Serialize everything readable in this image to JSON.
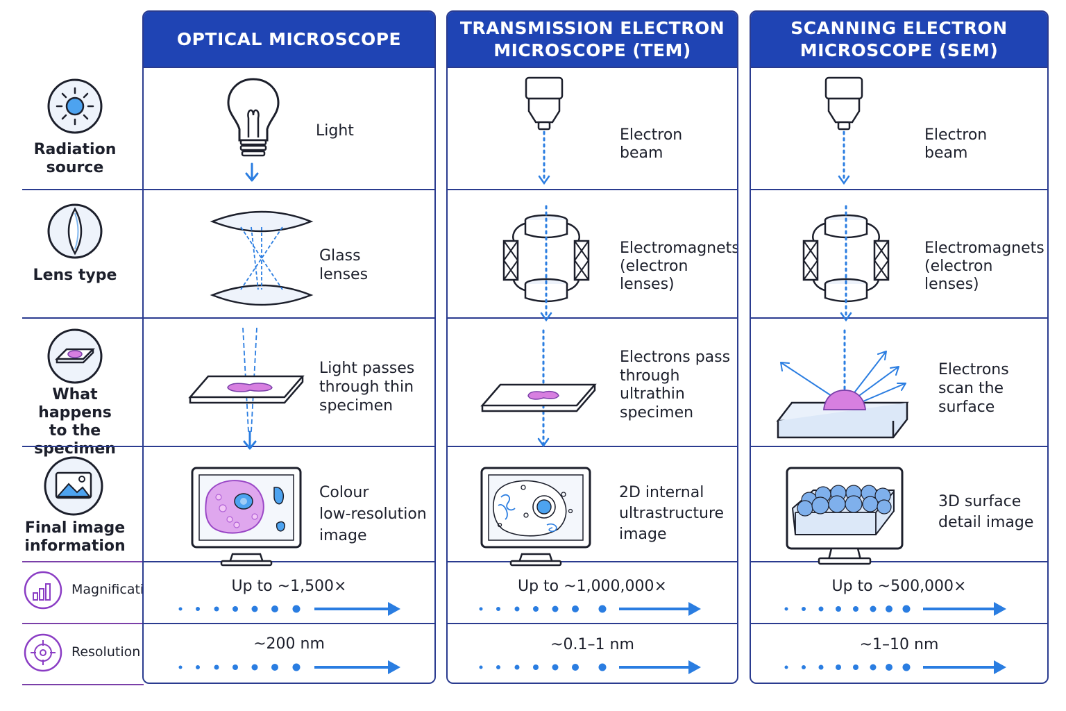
{
  "columns": [
    {
      "title": "OPTICAL MICROSCOPE",
      "radiation": "Light",
      "lens": "Glass\nlenses",
      "specimen": "Light passes\nthrough thin\nspecimen",
      "image": "Colour\nlow-resolution\nimage",
      "magnification": "Up to ~1,500×",
      "resolution": "~200 nm"
    },
    {
      "title": "TRANSMISSION ELECTRON\nMICROSCOPE (TEM)",
      "radiation": "Electron\nbeam",
      "lens": "Electromagnets\n(electron\nlenses)",
      "specimen": "Electrons pass\nthrough\nultrathin\nspecimen",
      "image": "2D internal\nultrastructure\nimage",
      "magnification": "Up to ~1,000,000×",
      "resolution": "~0.1–1 nm"
    },
    {
      "title": "SCANNING ELECTRON\nMICROSCOPE (SEM)",
      "radiation": "Electron\nbeam",
      "lens": "Electromagnets\n(electron\nlenses)",
      "specimen": "Electrons\nscan the\nsurface",
      "image": "3D surface\ndetail image",
      "magnification": "Up to ~500,000×",
      "resolution": "~1–10 nm"
    }
  ],
  "rows": {
    "radiation": "Radiation\nsource",
    "lens": "Lens type",
    "specimen": "What happens\nto the\nspecimen",
    "image": "Final image\ninformation",
    "magnification": "Magnification",
    "resolution": "Resolution"
  },
  "colors": {
    "header": "#1f44b4",
    "border": "#2a3b8f",
    "accent": "#2a7de1",
    "purple": "#8a3cc4",
    "specimen": "#d77fe0"
  },
  "icons": [
    "sun-icon",
    "lens-icon",
    "slide-icon",
    "picture-icon",
    "bar-chart-icon",
    "target-icon",
    "lightbulb-icon",
    "electron-gun-icon",
    "electromagnet-icon",
    "monitor-icon",
    "arrow-icon"
  ]
}
